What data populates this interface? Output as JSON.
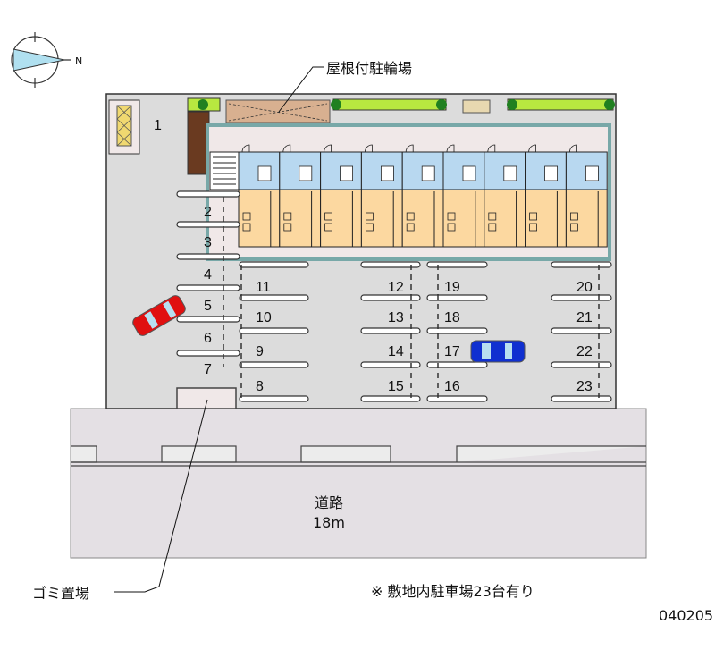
{
  "compass": {
    "icon": "compass-icon",
    "north_label": "N"
  },
  "labels": {
    "covered_bike_parking": "屋根付駐輪場",
    "garbage_area": "ゴミ置場",
    "road_name": "道路",
    "road_width": "18m",
    "note": "※ 敷地内駐車場23台有り",
    "code": "040205"
  },
  "parking_spaces": {
    "left_column": [
      "1",
      "2",
      "3",
      "4",
      "5",
      "6",
      "7"
    ],
    "col_a": [
      "11",
      "10",
      "9",
      "8"
    ],
    "col_b": [
      "12",
      "13",
      "14",
      "15"
    ],
    "col_c": [
      "19",
      "18",
      "17",
      "16"
    ],
    "col_d": [
      "20",
      "21",
      "22",
      "23"
    ]
  },
  "building": {
    "unit_count": 9
  },
  "vehicles": [
    {
      "name": "red-car",
      "color": "#e01010"
    },
    {
      "name": "blue-car",
      "color": "#1030d0"
    }
  ],
  "colors": {
    "lot": "#dcdcdc",
    "road": "#e4e0e4",
    "unit_wet": "#b8d8f0",
    "unit_room": "#fcd8a0",
    "roof": "#d8b090",
    "hedge": "#b8e840",
    "tree": "#208020",
    "wall_teal": "#78a8a8"
  }
}
